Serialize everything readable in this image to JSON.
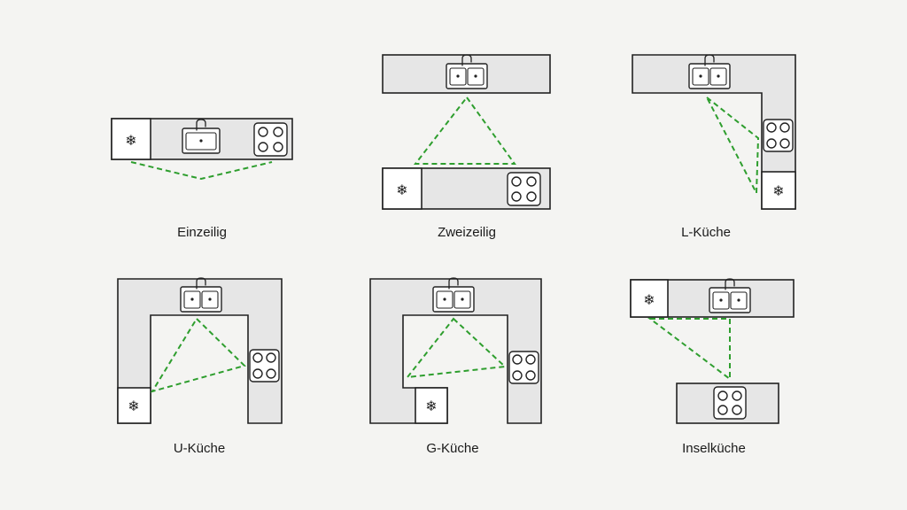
{
  "diagram": {
    "triangle_color": "#2e9e2e",
    "layouts": [
      {
        "id": "einzeilig",
        "label": "Einzeilig"
      },
      {
        "id": "zweizeilig",
        "label": "Zweizeilig"
      },
      {
        "id": "l-kueche",
        "label": "L-Küche"
      },
      {
        "id": "u-kueche",
        "label": "U-Küche"
      },
      {
        "id": "g-kueche",
        "label": "G-Küche"
      },
      {
        "id": "inselkueche",
        "label": "Inselküche"
      }
    ],
    "icons": {
      "fridge": "snowflake-icon",
      "sink": "sink-icon",
      "hob": "hob-icon"
    }
  }
}
